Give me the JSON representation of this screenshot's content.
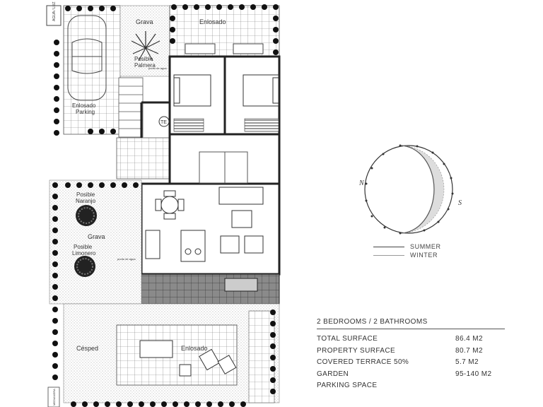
{
  "plan": {
    "side_label": "AGUA / LUZ",
    "grava_top": "Grava",
    "palmera": "Posible\nPalmera",
    "enlosado_top": "Enlosado",
    "parking": "Enlosado\nParking",
    "te": "TE",
    "water_point_top": "punto de agua",
    "naranjo": "Posible\nNaranjo",
    "grava_mid": "Grava",
    "limonero": "Posible\nLimonero",
    "water_point_mid": "punto de agua",
    "cesped": "Césped",
    "enlosado_bottom": "Enlosado",
    "bottom_side_label": "MEDIANERA"
  },
  "sun_path": {
    "north": "N",
    "south": "S",
    "legend": [
      "SUMMER",
      "WINTER"
    ]
  },
  "specs": {
    "title": "2 BEDROOMS / 2 BATHROOMS",
    "rows": [
      {
        "label": "TOTAL SURFACE",
        "value": "86.4 M2"
      },
      {
        "label": "PROPERTY SURFACE",
        "value": "80.7 M2"
      },
      {
        "label": "COVERED TERRACE 50%",
        "value": "5.7 M2"
      },
      {
        "label": "GARDEN",
        "value": "95-140 M2"
      },
      {
        "label": "PARKING SPACE",
        "value": ""
      }
    ]
  }
}
